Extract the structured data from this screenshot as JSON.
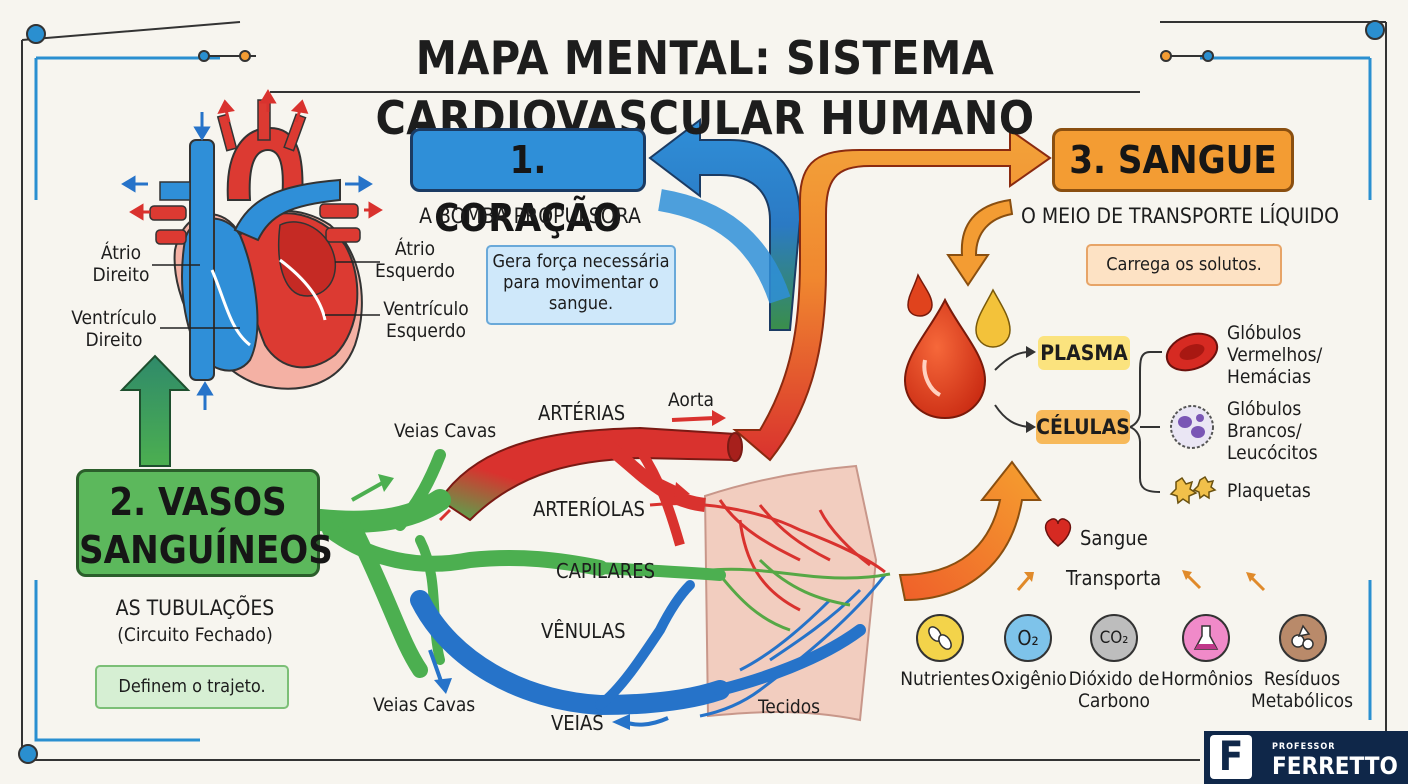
{
  "title": "MAPA MENTAL: SISTEMA CARDIOVASCULAR HUMANO",
  "heart": {
    "labels": [
      "Átrio\nDireito",
      "Ventrículo\nDireito",
      "Átrio\nEsquerdo",
      "Ventrículo\nEsquerdo"
    ],
    "atrio_direito": "Átrio Direito",
    "ventriculo_direito": "Ventrículo Direito",
    "atrio_esquerdo": "Átrio Esquerdo",
    "ventriculo_esquerdo": "Ventrículo Esquerdo"
  },
  "sections": {
    "coracao": {
      "title": "1. CORAÇÃO",
      "subtitle": "A BOMBA PROPULSORA",
      "note": "Gera força necessária para movimentar o sangue."
    },
    "vasos": {
      "title": "2. VASOS SANGUÍNEOS",
      "subtitle": "AS TUBULAÇÕES",
      "subtitle2": "(Circuito Fechado)",
      "note": "Definem o trajeto."
    },
    "sangue": {
      "title": "3. SANGUE",
      "subtitle": "O MEIO DE TRANSPORTE LÍQUIDO",
      "note": "Carrega os solutos."
    }
  },
  "vessels": {
    "veias_cavas_top": "Veias Cavas",
    "veias_cavas_bottom": "Veias Cavas",
    "arterias": "ARTÉRIAS",
    "aorta": "Aorta",
    "arteriolas": "ARTERÍOLAS",
    "capilares": "CAPILARES",
    "venulas": "VÊNULAS",
    "veias": "VEIAS",
    "tecidos": "Tecidos"
  },
  "blood": {
    "plasma": "PLASMA",
    "celulas": "CÉLULAS",
    "cells": {
      "vermelhos": "Glóbulos Vermelhos/ Hemácias",
      "brancos": "Glóbulos Brancos/ Leucócitos",
      "plaquetas": "Plaquetas"
    }
  },
  "transport": {
    "sangue": "Sangue",
    "transporta": "Transporta",
    "items": [
      {
        "label": "Nutrientes",
        "icon": "nutrients-icon",
        "color": "#f3d34a"
      },
      {
        "label": "Oxigênio",
        "icon": "o2-icon",
        "symbol": "O₂",
        "color": "#7ec3ea"
      },
      {
        "label": "Dióxido de Carbono",
        "icon": "co2-icon",
        "symbol": "CO₂",
        "color": "#bdbdbd"
      },
      {
        "label": "Hormônios",
        "icon": "flask-icon",
        "color": "#f08ac9"
      },
      {
        "label": "Resíduos Metabólicos",
        "icon": "waste-icon",
        "color": "#b98a6a"
      }
    ]
  },
  "brand": {
    "small": "PROFESSOR",
    "name": "FERRETTO",
    "letter": "F"
  },
  "colors": {
    "artery": "#d9322e",
    "vein": "#2673c9",
    "capillary": "#56a845",
    "heart_blue": "#2f8fd8",
    "vessels_green": "#5cb85c",
    "blood_orange": "#f39c33"
  }
}
